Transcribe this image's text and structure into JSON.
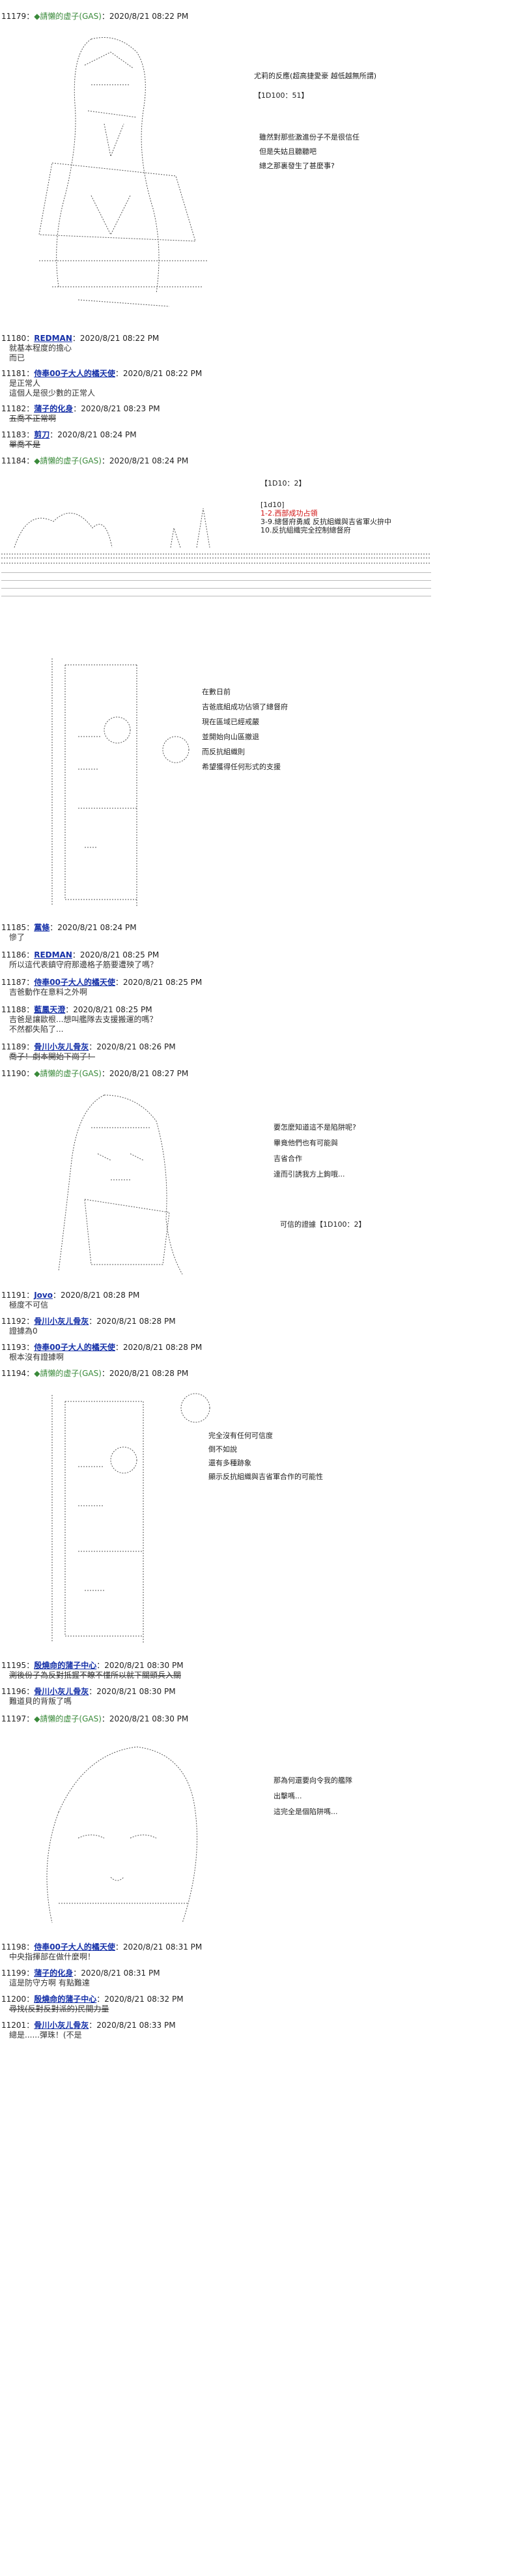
{
  "posts": [
    {
      "num": "11179",
      "sep": "：",
      "name": "◆請懶的虚子(GAS)",
      "date": "：2020/8/21 08:22 PM",
      "op": true
    },
    {
      "num": "11180",
      "sep": "：",
      "name": "REDMAN",
      "date": "：2020/8/21 08:22 PM",
      "lines": [
        "就基本程度的擔心",
        "而已"
      ]
    },
    {
      "num": "11181",
      "sep": "：",
      "name": "侍奉00子大人的橘天使",
      "date": "：2020/8/21 08:22 PM",
      "lines": [
        "是正常人",
        "這個人是很少數的正常人"
      ]
    },
    {
      "num": "11182",
      "sep": "：",
      "name": "蒲子的化身",
      "date": "：2020/8/21 08:23 PM",
      "lines": [
        "五喬不正常啊"
      ],
      "strike": [
        0
      ]
    },
    {
      "num": "11183",
      "sep": "：",
      "name": "剪刀",
      "date": "：2020/8/21 08:24 PM",
      "lines": [
        "單喬不是"
      ],
      "strike": [
        0
      ]
    },
    {
      "num": "11184",
      "sep": "：",
      "name": "◆請懶的虚子(GAS)",
      "date": "：2020/8/21 08:24 PM",
      "op": true
    },
    {
      "num": "11185",
      "sep": "：",
      "name": "黨條",
      "date": "：2020/8/21 08:24 PM",
      "lines": [
        "慘了"
      ]
    },
    {
      "num": "11186",
      "sep": "：",
      "name": "REDMAN",
      "date": "：2020/8/21 08:25 PM",
      "lines": [
        "所以這代表鎮守府那邊格子筋要遭殃了嗎？"
      ]
    },
    {
      "num": "11187",
      "sep": "：",
      "name": "侍奉00子大人的橘天使",
      "date": "：2020/8/21 08:25 PM",
      "lines": [
        "吉爸動作在意料之外啊"
      ]
    },
    {
      "num": "11188",
      "sep": "：",
      "name": "藍鳳天澄",
      "date": "：2020/8/21 08:25 PM",
      "lines": [
        "吉爸是讓歐根...想叫艦隊去支援搬運的嗎？",
        "不然都失陷了..."
      ]
    },
    {
      "num": "11189",
      "sep": "：",
      "name": "骨川小灰ㄦ骨灰",
      "date": "：2020/8/21 08:26 PM",
      "lines": [
        "喬子！劇本開始下崗了！"
      ],
      "strike": [
        0
      ]
    },
    {
      "num": "11190",
      "sep": "：",
      "name": "◆請懶的虚子(GAS)",
      "date": "：2020/8/21 08:27 PM",
      "op": true
    },
    {
      "num": "11191",
      "sep": "：",
      "name": "Jovo",
      "date": "：2020/8/21 08:28 PM",
      "lines": [
        "極度不可信"
      ]
    },
    {
      "num": "11192",
      "sep": "：",
      "name": "骨川小灰ㄦ骨灰",
      "date": "：2020/8/21 08:28 PM",
      "lines": [
        "證據為0"
      ]
    },
    {
      "num": "11193",
      "sep": "：",
      "name": "侍奉00子大人的橘天使",
      "date": "：2020/8/21 08:28 PM",
      "lines": [
        "根本沒有證據啊"
      ]
    },
    {
      "num": "11194",
      "sep": "：",
      "name": "◆請懶的虚子(GAS)",
      "date": "：2020/8/21 08:28 PM",
      "op": true
    },
    {
      "num": "11195",
      "sep": "：",
      "name": "殷燒命的蒲子中心",
      "date": "：2020/8/21 08:30 PM",
      "lines": [
        "測後份子為反對抵握不瞭不懂所以就下關頭兵入關"
      ],
      "strike": [
        0
      ]
    },
    {
      "num": "11196",
      "sep": "：",
      "name": "骨川小灰ㄦ骨灰",
      "date": "：2020/8/21 08:30 PM",
      "lines": [
        "難道貝的背叛了嗎"
      ]
    },
    {
      "num": "11197",
      "sep": "：",
      "name": "◆請懶的虚子(GAS)",
      "date": "：2020/8/21 08:30 PM",
      "op": true
    },
    {
      "num": "11198",
      "sep": "：",
      "name": "侍奉00子大人的橘天使",
      "date": "：2020/8/21 08:31 PM",
      "lines": [
        "中央指揮部在做什麼啊！"
      ]
    },
    {
      "num": "11199",
      "sep": "：",
      "name": "蒲子的化身",
      "date": "：2020/8/21 08:31 PM",
      "lines": [
        "這是防守方啊 有點難達"
      ]
    },
    {
      "num": "11200",
      "sep": "：",
      "name": "殷燒命的蒲子中心",
      "date": "：2020/8/21 08:32 PM",
      "lines": [
        "尋找(反對反對派的)民間力量"
      ],
      "strike": [
        0
      ]
    },
    {
      "num": "11201",
      "sep": "：",
      "name": "骨川小灰ㄦ骨灰",
      "date": "：2020/8/21 08:33 PM",
      "lines": [
        "總是......彈珠！(不是"
      ]
    }
  ],
  "aa1": {
    "lines": [
      "尤莉的反應(超高捷愛豪 越低越無所謂)",
      "【1D100：51】",
      "",
      "雖然對那些激進份子不是很信任",
      "但是失姑且聽聽吧",
      "總之那裏發生了甚麼事?"
    ]
  },
  "aa2": {
    "roll": "【1D10：2】",
    "lines": [
      "[1d10]",
      "1-2.西部成功占領",
      "3-9.總督府勇威 反抗組織與吉省軍火拚中",
      "10.反抗組織完全控制總督府"
    ],
    "red": [
      1
    ]
  },
  "aa3": {
    "lines": [
      "在數日前",
      "吉爸底組成功佔領了總督府",
      "現在區域已經戒嚴",
      "並開始向山區撤退",
      "",
      "而反抗組織則",
      "希望獲得任何形式的支援"
    ]
  },
  "aa4": {
    "lines": [
      "要怎麼知道這不是陷阱呢?",
      "畢竟他們也有可能與",
      "吉省合作",
      "達而引誘我方上鉤哦...",
      "",
      "可信的證據【1D100：2】"
    ]
  },
  "aa5": {
    "lines": [
      "完全沒有任何可信度",
      "倒不如說",
      "還有多種跡象",
      "顯示反抗組織與吉省軍合作的可能性"
    ]
  },
  "aa6": {
    "lines": [
      "那為何還要向令我的艦隊",
      "出擊嗎...",
      "這完全是個陷阱嗎..."
    ]
  }
}
